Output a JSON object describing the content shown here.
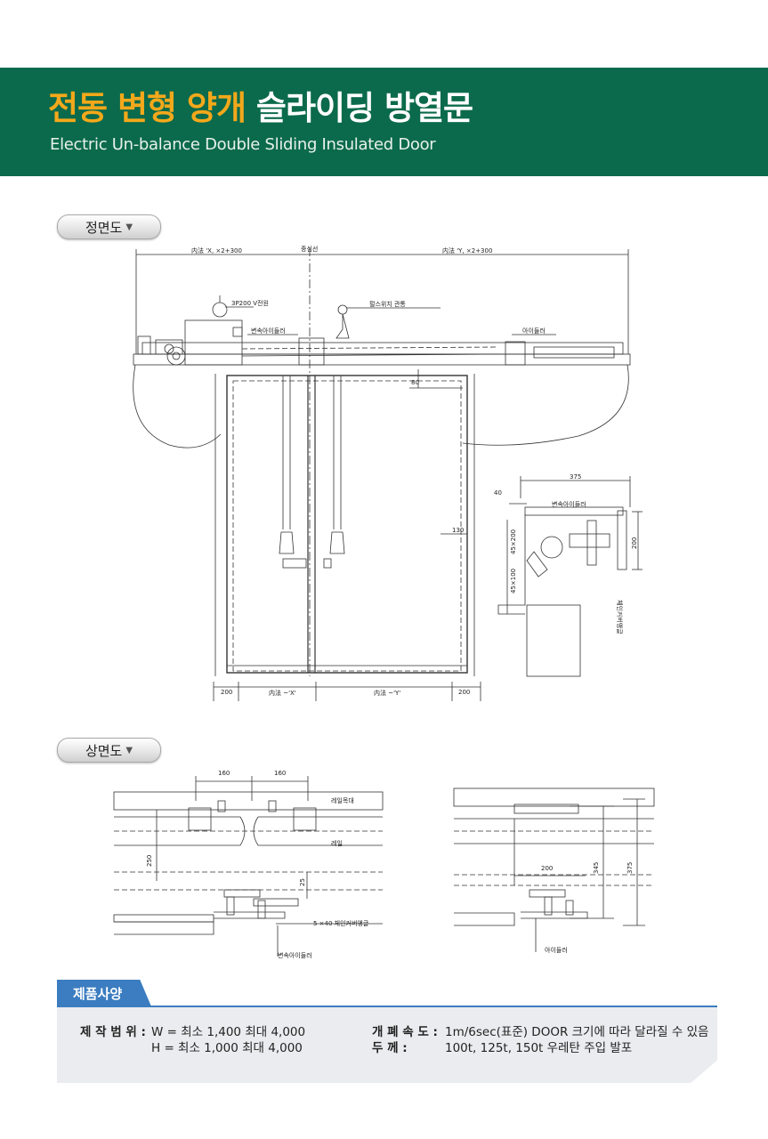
{
  "header": {
    "title_highlight": "전동 변형 양개",
    "title_rest": "슬라이딩 방열문",
    "subtitle": "Electric Un-balance Double Sliding Insulated Door"
  },
  "sections": {
    "front_view": "정면도",
    "top_view": "상면도",
    "tri": "▼"
  },
  "front_drawing": {
    "dim_left": "内法 'X, ×2+300",
    "center_line": "중심선",
    "dim_right": "内法 'Y, ×2+300",
    "power": "3P200 V전원",
    "pulse_switch": "펄스위치 관통",
    "speed_idler": "변속아이들러",
    "idler": "아이들러",
    "dim_80": "80",
    "dim_130": "130",
    "bottom_200_left": "200",
    "bottom_x": "内法 ~'X'",
    "bottom_y": "内法 ~'Y'",
    "bottom_200_right": "200",
    "detail_375": "375",
    "detail_40": "40",
    "detail_speed_idler": "변속아이들러",
    "detail_45x200": "45×200",
    "detail_45x100": "45×100",
    "detail_200": "200",
    "detail_chain": "체인커버앵글"
  },
  "top_drawing": {
    "dim_160a": "160",
    "dim_160b": "160",
    "rail_base": "레일목대",
    "rail": "레일",
    "dim_250": "250",
    "dim_25": "25",
    "chain_angle": "5 ×40 체인커버앵글",
    "speed_idler": "변속아이들러",
    "dim_200": "200",
    "dim_345": "345",
    "dim_375": "375",
    "idler": "아이들러"
  },
  "spec": {
    "tab": "제품사양",
    "range_label": "제 작 범 위  :",
    "range_w": "W = 최소 1,400  최대 4,000",
    "range_h": "H = 최소 1,000  최대 4,000",
    "speed_label": "개 폐 속 도  :",
    "speed_value": "1m/6sec(표준) DOOR 크기에 따라 달라질 수 있음",
    "thick_label": "두        께  :",
    "thick_value": "100t, 125t, 150t 우레탄 주입 발포"
  }
}
